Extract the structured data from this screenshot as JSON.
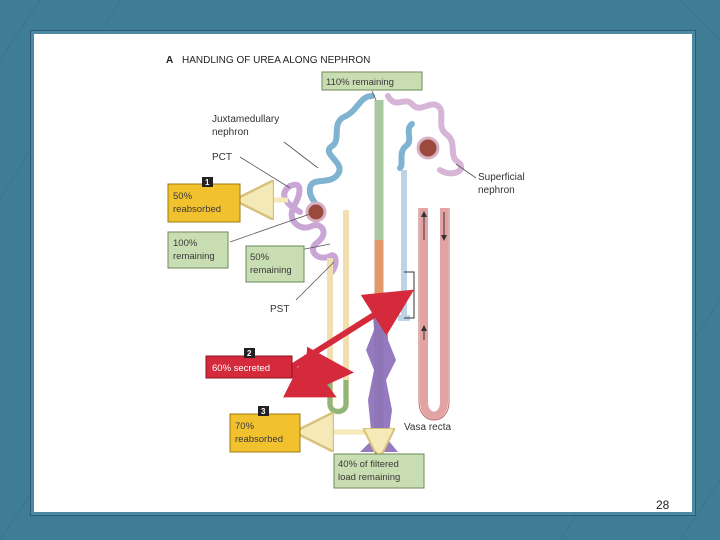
{
  "title": {
    "letter": "A",
    "text": "HANDLING OF UREA ALONG NEPHRON"
  },
  "labels": {
    "juxtamedullary": [
      "Juxtamedullary",
      "nephron"
    ],
    "pct": "PCT",
    "pst": "PST",
    "superficial": [
      "Superficial",
      "nephron"
    ],
    "vasa_recta": "Vasa recta"
  },
  "boxes": {
    "top_remaining": "110% remaining",
    "reabsorbed_50": [
      "50%",
      "reabsorbed"
    ],
    "remaining_100": [
      "100%",
      "remaining"
    ],
    "remaining_50": [
      "50%",
      "remaining"
    ],
    "secreted_60": "60% secreted",
    "reabsorbed_70": [
      "70%",
      "reabsorbed"
    ],
    "filtered_40": [
      "40% of filtered",
      "load remaining"
    ]
  },
  "badges": [
    "1",
    "2",
    "3"
  ],
  "page_number": "28",
  "colors": {
    "background": "#3f7d96",
    "yellow_box": "#f2c12e",
    "green_box": "#c9ddb2",
    "red_box": "#d42a3c",
    "badge": "#222222"
  }
}
